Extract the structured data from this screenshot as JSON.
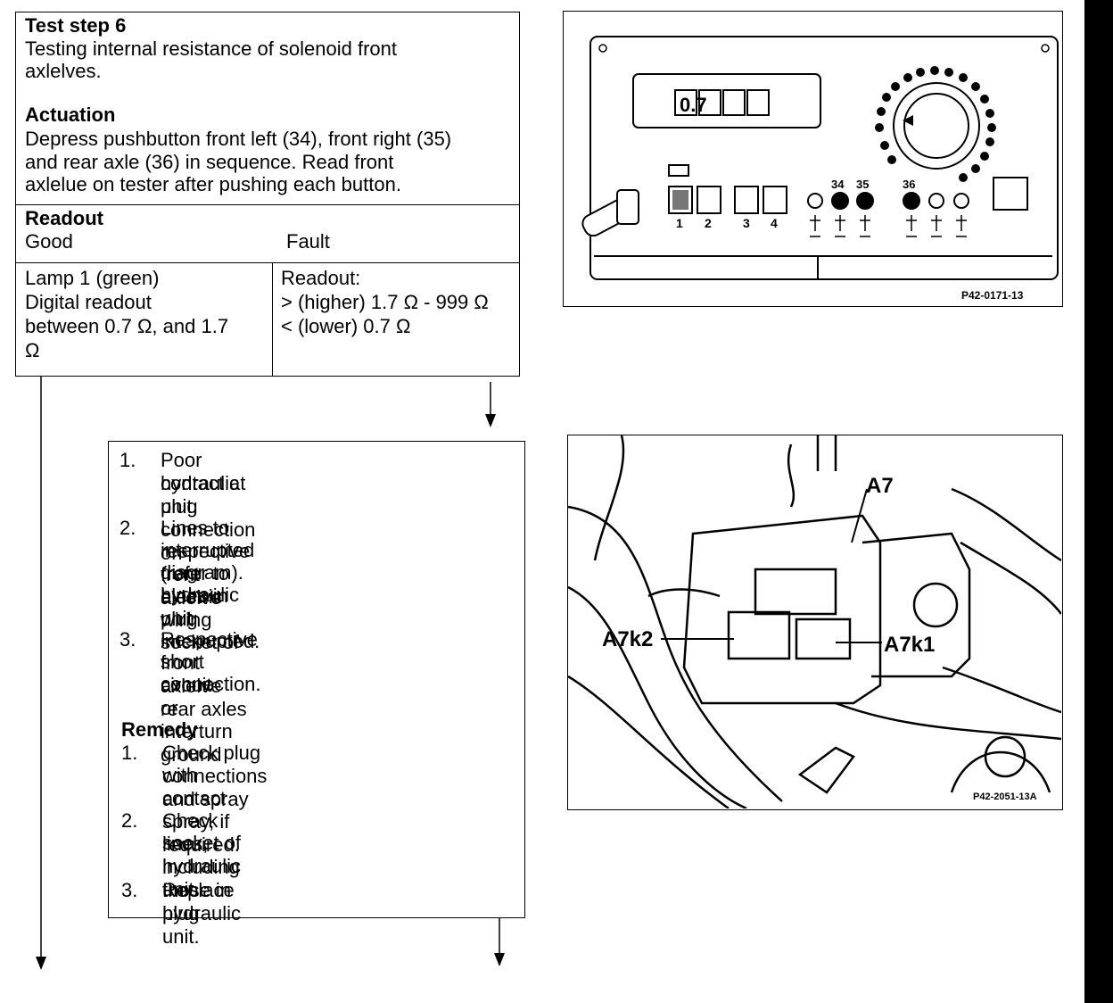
{
  "test_step": {
    "title": "Test step 6",
    "description_lines": [
      "Testing internal resistance of solenoid front",
      "axlelves."
    ],
    "actuation_heading": "Actuation",
    "actuation_lines": [
      "Depress pushbutton front left (34), front right (35)",
      "and rear axle (36) in sequence. Read front",
      "axlelue on tester after pushing each button."
    ]
  },
  "readout": {
    "heading": "Readout",
    "good_label": "Good",
    "fault_label": "Fault",
    "good_lines": [
      "Lamp 1 (green)",
      "Digital readout",
      "between 0.7 Ω, and 1.7",
      "Ω"
    ],
    "fault_lines": [
      "Readout:",
      "> (higher) 1.7 Ω - 999 Ω",
      "< (lower) 0.7 Ω"
    ]
  },
  "causes": {
    "items": [
      {
        "num": "1.",
        "lines": [
          "Poor contact at plug connection on",
          "hydraulic unit."
        ]
      },
      {
        "num": "2.",
        "lines": [
          "Lines to respective front axlelve",
          "interrupted (refer to electric wiring",
          "diagram). Lines in plug socket of",
          "hydraulic unit interrupted."
        ]
      },
      {
        "num": "3.",
        "lines": [
          "Respective front axlelve rear axles",
          "short circuit or interturn ground",
          "connection."
        ]
      }
    ],
    "remedy_heading": "Remedy",
    "remedy_items": [
      {
        "num": "1.",
        "lines": [
          "Check plug connections and spray",
          "with contact spray, if required."
        ]
      },
      {
        "num": "2.",
        "lines": [
          "Check lines, including those in plug",
          "socket of hydraulic unit."
        ]
      },
      {
        "num": "3.",
        "lines": [
          "Replace hydraulic unit."
        ]
      }
    ]
  },
  "tester_figure": {
    "code": "P42-0171-13",
    "display": "0.7",
    "button_labels": [
      "1",
      "2",
      "3",
      "4"
    ],
    "lamp_labels": [
      "34",
      "35",
      "36"
    ]
  },
  "hydraulic_figure": {
    "code": "P42-2051-13A",
    "labels": [
      "A7",
      "A7k2",
      "A7k1"
    ]
  }
}
